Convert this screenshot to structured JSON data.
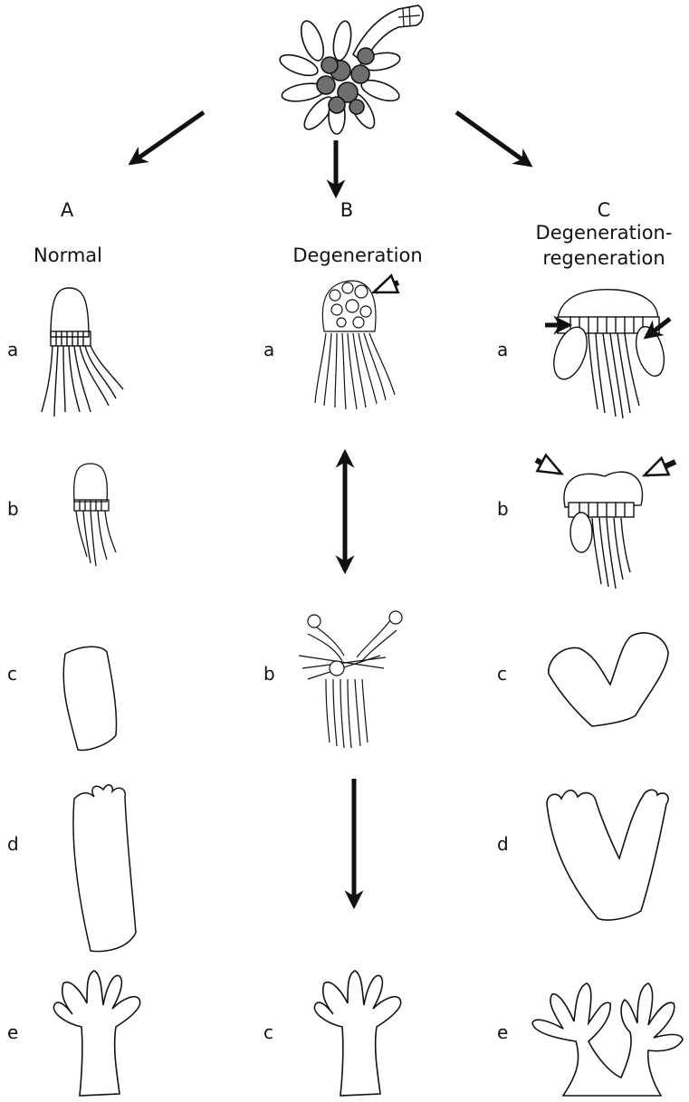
{
  "columns": [
    {
      "letter": "A",
      "title": "Normal"
    },
    {
      "letter": "B",
      "title": "Degeneration"
    },
    {
      "letter": "C",
      "title": "Degeneration-regeneration",
      "title_lines": [
        "Degeneration-",
        "regeneration"
      ]
    }
  ],
  "rows": {
    "A": [
      "a",
      "b",
      "c",
      "d",
      "e"
    ],
    "B": [
      "a",
      "b",
      "c"
    ],
    "C": [
      "a",
      "b",
      "c",
      "d",
      "e"
    ]
  },
  "colors": {
    "ink": "#111111",
    "fill_dark": "#6e6e6e",
    "background": "#ffffff"
  }
}
